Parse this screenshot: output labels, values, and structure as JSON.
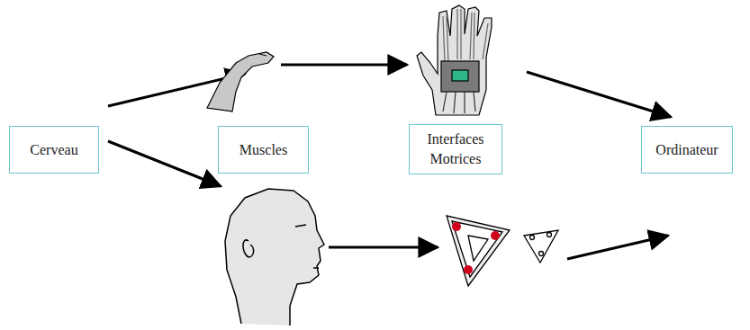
{
  "diagram": {
    "nodes": [
      {
        "text": [
          "Cerveau"
        ]
      },
      {
        "text": [
          "Muscles"
        ]
      },
      {
        "text": [
          "Interfaces Motrices"
        ]
      },
      {
        "text": [
          "Ordinateur"
        ]
      }
    ]
  }
}
